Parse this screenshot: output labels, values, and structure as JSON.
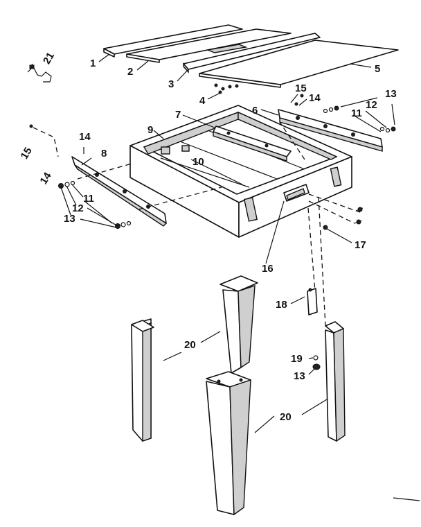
{
  "labels": {
    "l1": "1",
    "l2": "2",
    "l3": "3",
    "l4": "4",
    "l5": "5",
    "l6": "6",
    "l7": "7",
    "l8": "8",
    "l9": "9",
    "l10": "10",
    "l11a": "11",
    "l11b": "11",
    "l12a": "12",
    "l12b": "12",
    "l13a": "13",
    "l13b": "13",
    "l13c": "13",
    "l14a": "14",
    "l14b": "14",
    "l14c": "14",
    "l15a": "15",
    "l15b": "15",
    "l16": "16",
    "l17": "17",
    "l18": "18",
    "l19": "19",
    "l20a": "20",
    "l20b": "20",
    "l21": "21"
  }
}
